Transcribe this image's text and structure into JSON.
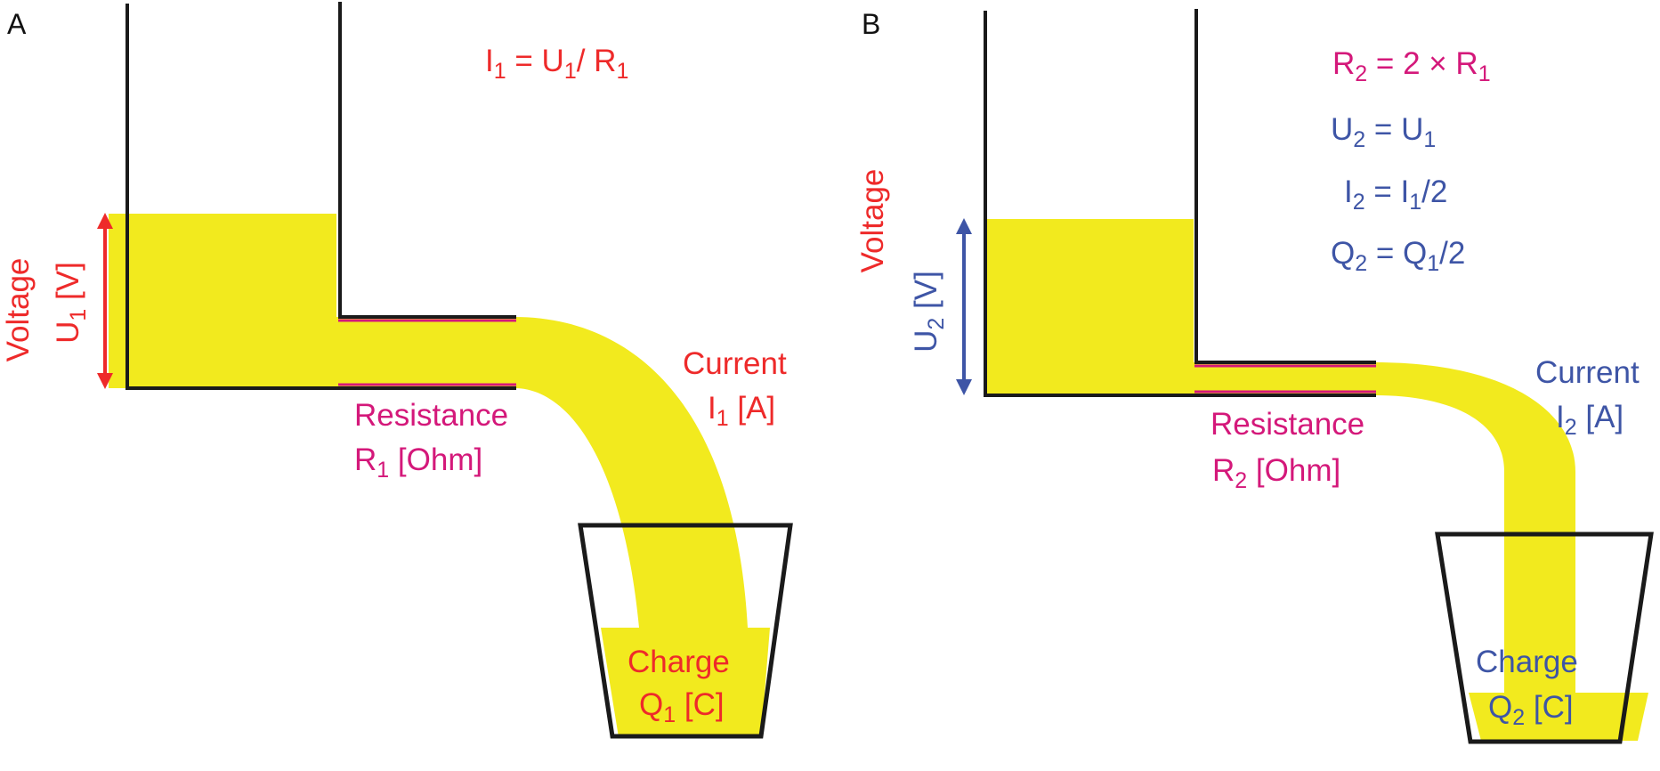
{
  "colors": {
    "water": "#f2ea1e",
    "wall": "#1a1a1a",
    "resistance": "#d4187a",
    "red": "#ee2a2a",
    "blue": "#3e55a6"
  },
  "panelA": {
    "letter": "A",
    "voltage": "Voltage",
    "u_main": "U",
    "u_sub": "1",
    "u_unit": " [V]",
    "formula": {
      "i": "I",
      "i_sub": "1",
      "eq": " = U",
      "u_sub": "1",
      "div": "/ R",
      "r_sub": "1"
    },
    "resistance": "Resistance",
    "r_main": "R",
    "r_sub": "1",
    "r_unit": " [Ohm]",
    "current": "Current",
    "i_main": "I",
    "i_sub": "1",
    "i_unit": " [A]",
    "charge": "Charge",
    "q_main": "Q",
    "q_sub": "1",
    "q_unit": " [C]"
  },
  "panelB": {
    "letter": "B",
    "voltage": "Voltage",
    "u_main": "U",
    "u_sub": "2",
    "u_unit": " [V]",
    "eq1": {
      "a": "R",
      "a_sub": "2",
      "mid": " = 2 × R",
      "b_sub": "1"
    },
    "eq2": {
      "a": "U",
      "a_sub": "2",
      "mid": " = U",
      "b_sub": "1"
    },
    "eq3": {
      "a": "I",
      "a_sub": "2",
      "mid": " = I",
      "b_sub": "1",
      "tail": "/2"
    },
    "eq4": {
      "a": "Q",
      "a_sub": "2",
      "mid": " = Q",
      "b_sub": "1",
      "tail": "/2"
    },
    "resistance": "Resistance",
    "r_main": "R",
    "r_sub": "2",
    "r_unit": " [Ohm]",
    "current": "Current",
    "i_main": "I",
    "i_sub": "2",
    "i_unit": " [A]",
    "charge": "Charge",
    "q_main": "Q",
    "q_sub": "2",
    "q_unit": " [C]"
  }
}
